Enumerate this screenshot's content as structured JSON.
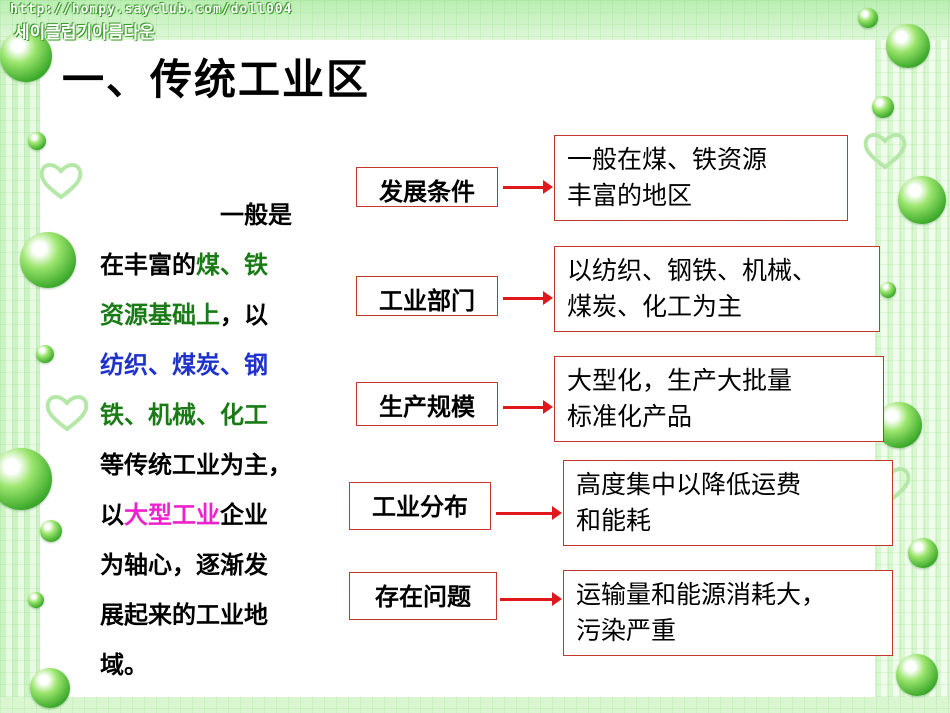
{
  "header": {
    "url": "http://hompy.sayclub.com/doll004",
    "site_name": "세이클럽기아름다운"
  },
  "title": "一、传统工业区",
  "paragraph": {
    "indent_text": "一般是",
    "line2_a": "在丰富的",
    "line2_b": "煤、铁",
    "line3_a": "资源基础上",
    "line3_b": "，以",
    "line4": "纺织、煤炭、钢",
    "line5": "铁、机械、化工",
    "line6": "等传统工业为主，",
    "line7_a": "以",
    "line7_b": "大型工业",
    "line7_c": "企业",
    "line8": "为轴心，逐渐发",
    "line9": "展起来的工业地",
    "line10": "域。"
  },
  "rows": [
    {
      "label": "发展条件",
      "desc_1": "一般在煤、铁资源",
      "desc_2": "丰富的地区"
    },
    {
      "label": "工业部门",
      "desc_1": "以纺织、钢铁、机械、",
      "desc_2": "煤炭、化工为主"
    },
    {
      "label": "生产规模",
      "desc_1": "大型化，生产大批量",
      "desc_2": "标准化产品"
    },
    {
      "label": "工业分布",
      "desc_1": "高度集中以降低运费",
      "desc_2": "和能耗"
    },
    {
      "label": "存在问题",
      "desc_1": "运输量和能源消耗大，",
      "desc_2": "污染严重"
    }
  ],
  "colors": {
    "arrow": "#e0181c",
    "box_border": "#c0392b",
    "green_text": "#1a7a16",
    "blue_text": "#1f33cc",
    "magenta_text": "#ee22cc"
  }
}
